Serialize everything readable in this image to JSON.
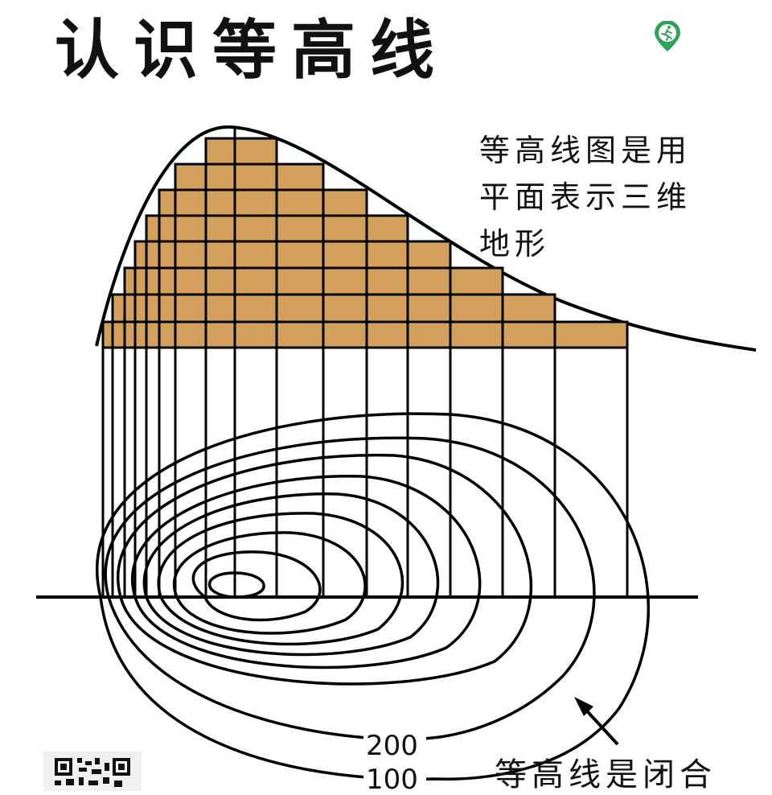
{
  "title": "认识等高线",
  "description_lines": [
    "等高线图是用",
    "平面表示三维",
    "地形"
  ],
  "closed_note": "等高线是闭合",
  "contour_labels": {
    "c200": "200",
    "c100": "100"
  },
  "colors": {
    "fill": "#d4a15c",
    "stroke": "#000000",
    "logo": "#2fa35a"
  },
  "icons": {
    "logo": "running-person-location-icon",
    "qr": "qr-code-icon"
  }
}
